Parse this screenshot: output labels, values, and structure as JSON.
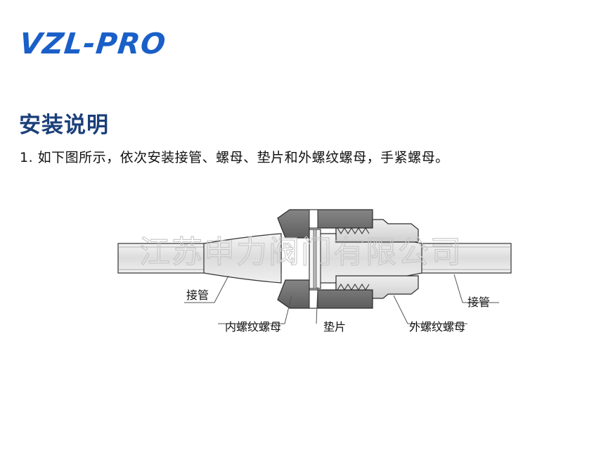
{
  "brand": "VZL-PRO",
  "section_title": "安装说明",
  "instruction": "1. 如下图所示，依次安装接管、螺母、垫片和外螺纹螺母，手紧螺母。",
  "diagram": {
    "labels": {
      "tube_left": "接管",
      "inner_nut": "内螺纹螺母",
      "gasket": "垫片",
      "outer_nut": "外螺纹螺母",
      "tube_right": "接管"
    },
    "watermark": "江苏申力阀门有限公司"
  },
  "colors": {
    "brand": "#1a5fc8",
    "title": "#1b3f7a",
    "nut_dark": "#6f6f6f",
    "tube_light": "#e6e6e6"
  }
}
